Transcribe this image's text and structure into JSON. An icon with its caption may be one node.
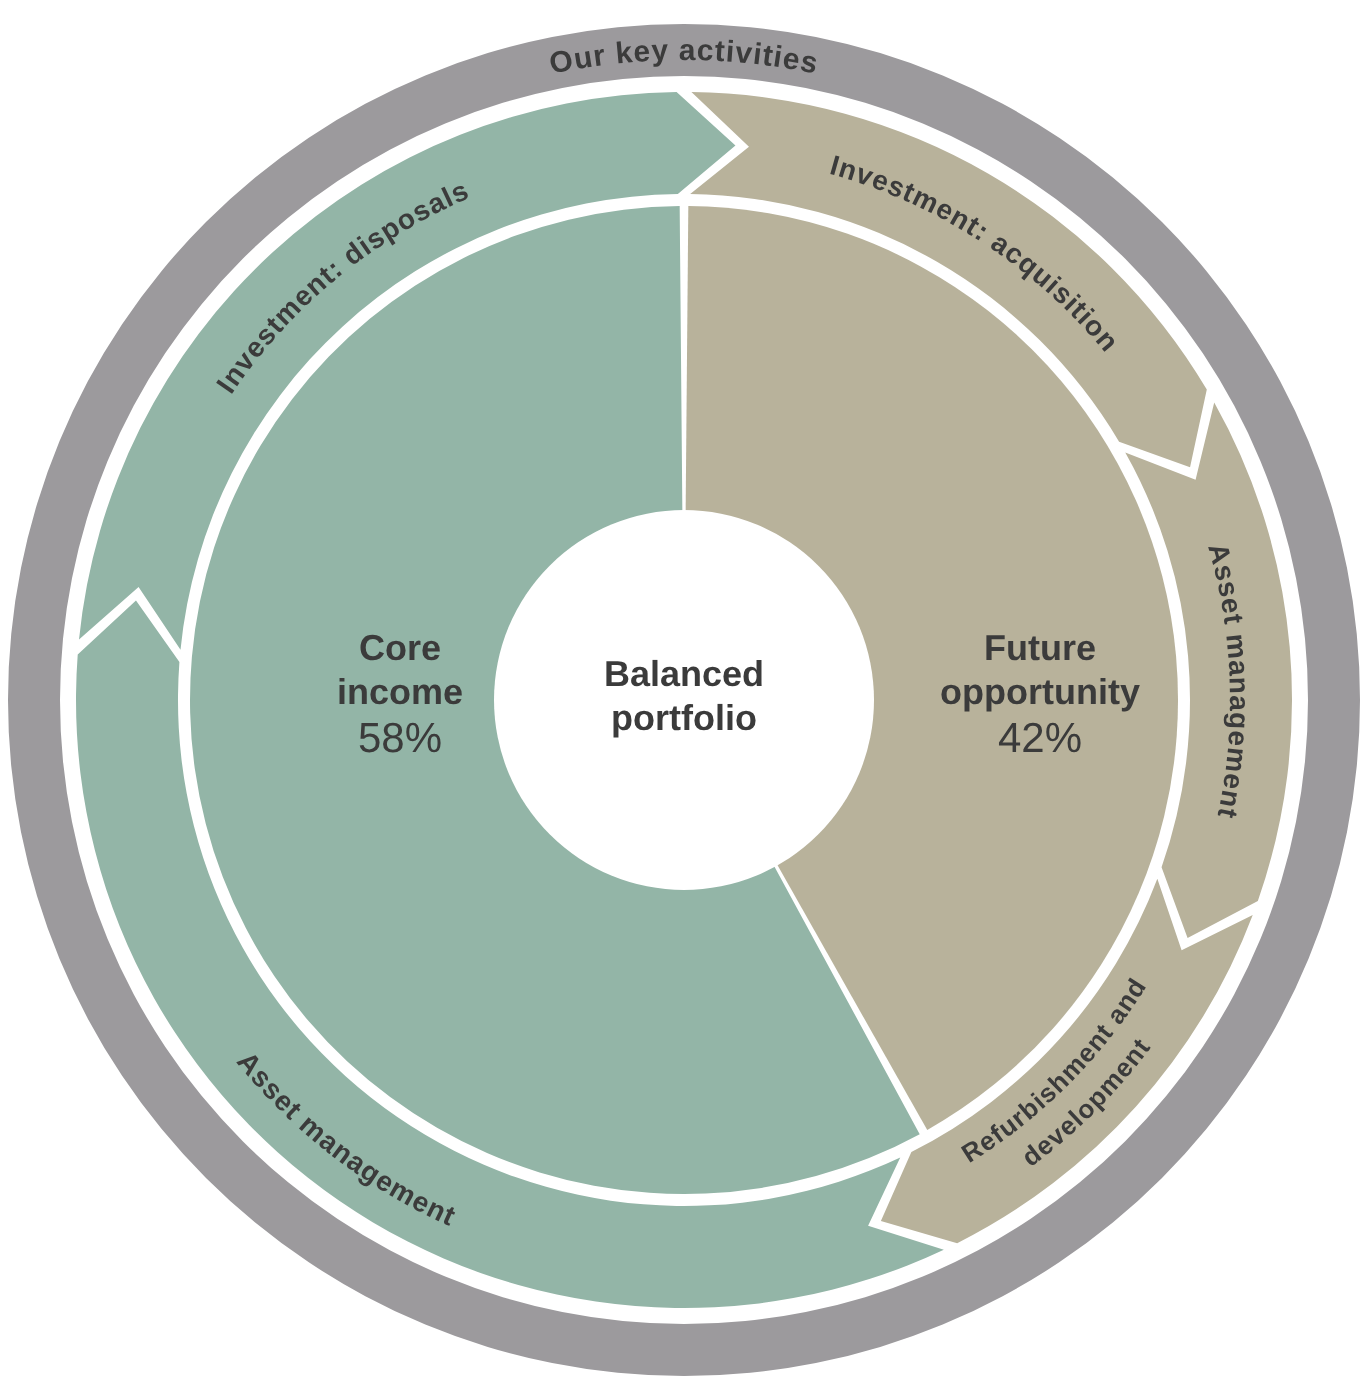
{
  "diagram": {
    "nodes": [
      {
        "text": [
          "Our key activities"
        ]
      },
      {
        "text": [
          "Investment: disposals"
        ],
        "in": 0
      },
      {
        "text": [
          "Investment: acquisition"
        ],
        "in": 0
      },
      {
        "text": [
          "Asset management"
        ],
        "in": 0
      },
      {
        "text": [
          "Refurbishment and development"
        ],
        "in": 0
      },
      {
        "text": [
          "Asset management"
        ],
        "in": 0
      },
      {
        "text": [
          "Core income",
          "58%"
        ],
        "in": 0
      },
      {
        "text": [
          "Future opportunity",
          "42%"
        ],
        "in": 0
      },
      {
        "text": [
          "Balanced portfolio"
        ],
        "in": 0
      }
    ]
  }
}
